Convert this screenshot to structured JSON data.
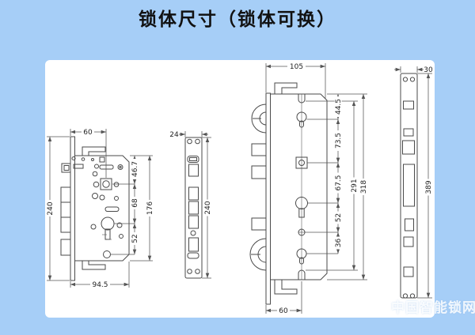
{
  "title": "锁体尺寸（锁体可换）",
  "watermark": {
    "text": "中国智能锁网"
  },
  "colors": {
    "background": "#a6cef7",
    "panel": "#ffffff",
    "line": "#4a4a4a"
  },
  "diagrams": {
    "small_lock": {
      "dims": {
        "backset": "60",
        "plate_height": "240",
        "top_to_spindle": "46.7",
        "spindle_to_cylinder": "68",
        "cylinder_to_knob": "52",
        "case_height": "176",
        "total_depth": "94.5"
      }
    },
    "small_plate": {
      "dims": {
        "width": "24",
        "height": "240"
      }
    },
    "large_lock": {
      "dims": {
        "top_width": "105",
        "top_to_hole1": "44.5",
        "hole1_to_spindle": "73.5",
        "spindle_to_cylinder": "67.5",
        "cylinder_to_screw": "52",
        "screw_to_hole2": "36",
        "slot_span": "291",
        "case_height": "318",
        "backset": "60"
      }
    },
    "large_plate": {
      "dims": {
        "width": "30",
        "height": "389"
      }
    }
  }
}
